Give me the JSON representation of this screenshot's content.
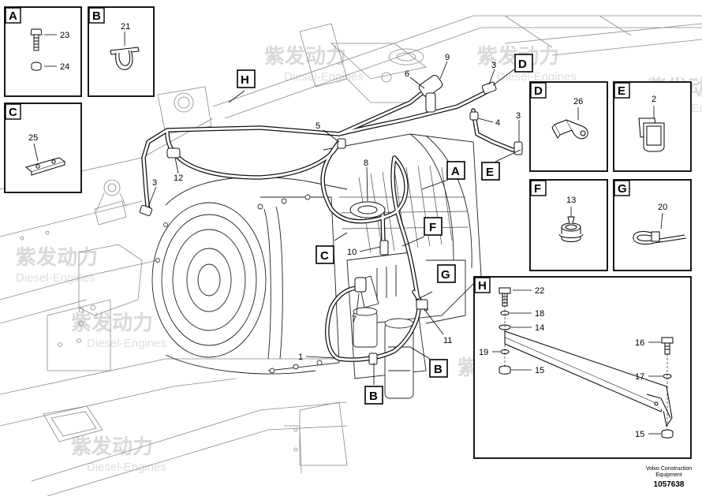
{
  "watermark": {
    "cn": "紫发动力",
    "en": "Diesel-Engines"
  },
  "insets": {
    "A": {
      "letter": "A",
      "parts": [
        "23",
        "24"
      ]
    },
    "B": {
      "letter": "B",
      "parts": [
        "21"
      ]
    },
    "C": {
      "letter": "C",
      "parts": [
        "25"
      ]
    },
    "D": {
      "letter": "D",
      "parts": [
        "26"
      ]
    },
    "E": {
      "letter": "E",
      "parts": [
        "2"
      ]
    },
    "F": {
      "letter": "F",
      "parts": [
        "13"
      ]
    },
    "G": {
      "letter": "G",
      "parts": [
        "20"
      ]
    },
    "H": {
      "letter": "H",
      "parts": [
        "22",
        "18",
        "14",
        "19",
        "15",
        "16",
        "17",
        "15"
      ]
    }
  },
  "callouts": {
    "flags": [
      "A",
      "B",
      "B",
      "C",
      "D",
      "E",
      "F",
      "G",
      "H"
    ],
    "parts": [
      "1",
      "3",
      "3",
      "3",
      "4",
      "5",
      "6",
      "7",
      "8",
      "9",
      "10",
      "11",
      "12"
    ]
  },
  "footer": {
    "company_line1": "Volvo Construction",
    "company_line2": "Equipment",
    "ref_number": "1057638"
  }
}
